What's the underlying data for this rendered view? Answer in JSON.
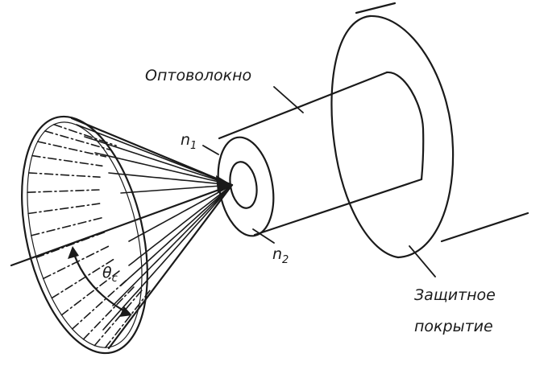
{
  "labels": {
    "fiber": "Оптоволокно",
    "coating_line1": "Защитное",
    "coating_line2": "покрытие",
    "n1_letter": "n",
    "n1_sub": "1",
    "n2_letter": "n",
    "n2_sub": "2",
    "theta_letter": "θ",
    "theta_sub": "c"
  },
  "colors": {
    "ink": "#1a1a1a",
    "background": "#ffffff"
  }
}
